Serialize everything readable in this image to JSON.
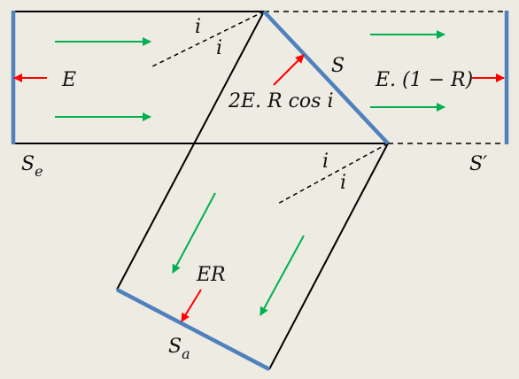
{
  "colors": {
    "background": "#eeebe2",
    "surface": "#4f81bd",
    "ray": "#00b050",
    "energy_arrow": "#ff0000",
    "outline": "#000000"
  },
  "labels": {
    "E": "E",
    "S": "S",
    "E_refl_main": "2E. R cos i",
    "E_trans": "E. (1 − R)",
    "Se_main": "S",
    "Se_sub": "e",
    "S_prime": "S′",
    "ER": "ER",
    "Sa_main": "S",
    "Sa_sub": "a",
    "i_top_1": "i",
    "i_top_2": "i",
    "i_bottom_1": "i",
    "i_bottom_2": "i"
  }
}
